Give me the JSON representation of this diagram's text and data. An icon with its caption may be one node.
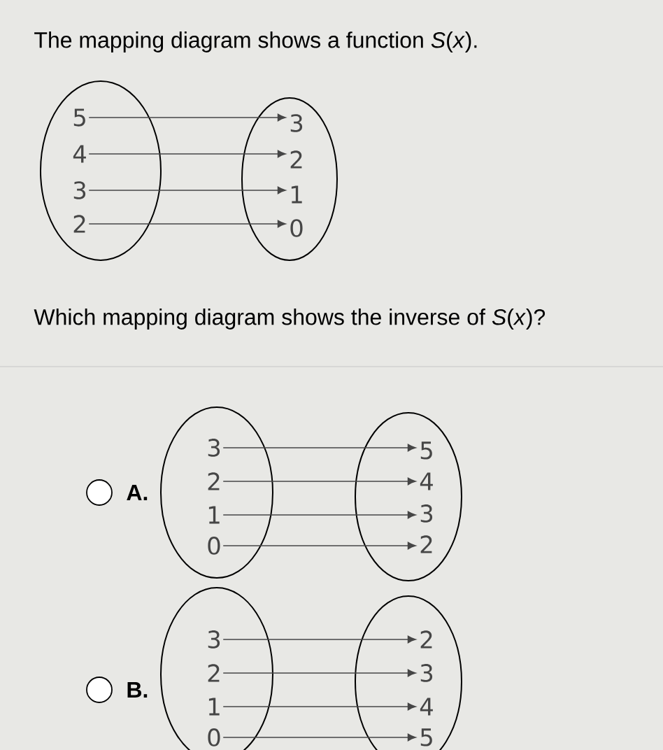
{
  "diagram": {
    "title": "The mapping diagram shows a function *S*(*x*).",
    "nodes": [
      {
        "text": [],
        "shape": "ellipse"
      },
      {
        "text": [
          "5"
        ],
        "in": 0
      },
      {
        "text": [
          "4"
        ],
        "in": 0
      },
      {
        "text": [
          "3"
        ],
        "in": 0
      },
      {
        "text": [
          "2"
        ],
        "in": 0
      },
      {
        "text": [],
        "shape": "ellipse"
      },
      {
        "text": [
          "3"
        ],
        "in": 5
      },
      {
        "text": [
          "2"
        ],
        "in": 5
      },
      {
        "text": [
          "1"
        ],
        "in": 5
      },
      {
        "text": [
          "0"
        ],
        "in": 5
      },
      {
        "text": [],
        "shape": "ellipse"
      },
      {
        "text": [
          "3"
        ],
        "in": 10
      },
      {
        "text": [
          "2"
        ],
        "in": 10
      },
      {
        "text": [
          "1"
        ],
        "in": 10
      },
      {
        "text": [
          "0"
        ],
        "in": 10
      },
      {
        "text": [],
        "shape": "ellipse"
      },
      {
        "text": [
          "5"
        ],
        "in": 15
      },
      {
        "text": [
          "4"
        ],
        "in": 15
      },
      {
        "text": [
          "3"
        ],
        "in": 15
      },
      {
        "text": [
          "2"
        ],
        "in": 15
      },
      {
        "text": [],
        "shape": "ellipse"
      },
      {
        "text": [
          "3"
        ],
        "in": 20
      },
      {
        "text": [
          "2"
        ],
        "in": 20
      },
      {
        "text": [
          "1"
        ],
        "in": 20
      },
      {
        "text": [
          "0"
        ],
        "in": 20
      },
      {
        "text": [],
        "shape": "ellipse"
      },
      {
        "text": [
          "2"
        ],
        "in": 25
      },
      {
        "text": [
          "3"
        ],
        "in": 25
      },
      {
        "text": [
          "4"
        ],
        "in": 25
      },
      {
        "text": [
          "5"
        ],
        "in": 25
      }
    ],
    "edges": [
      {
        "from": 1,
        "to": 6,
        "arrow": "to"
      },
      {
        "from": 2,
        "to": 7,
        "arrow": "to"
      },
      {
        "from": 3,
        "to": 8,
        "arrow": "to"
      },
      {
        "from": 4,
        "to": 9,
        "arrow": "to"
      },
      {
        "from": 11,
        "to": 16,
        "arrow": "to"
      },
      {
        "from": 12,
        "to": 17,
        "arrow": "to"
      },
      {
        "from": 13,
        "to": 18,
        "arrow": "to"
      },
      {
        "from": 14,
        "to": 19,
        "arrow": "to"
      },
      {
        "from": 21,
        "to": 26,
        "arrow": "to"
      },
      {
        "from": 22,
        "to": 27,
        "arrow": "to"
      },
      {
        "from": 23,
        "to": 28,
        "arrow": "to"
      },
      {
        "from": 24,
        "to": 29,
        "arrow": "to"
      }
    ],
    "labels": [
      "Which mapping diagram shows the inverse of *S*(*x*)?",
      "A.",
      "B."
    ]
  }
}
